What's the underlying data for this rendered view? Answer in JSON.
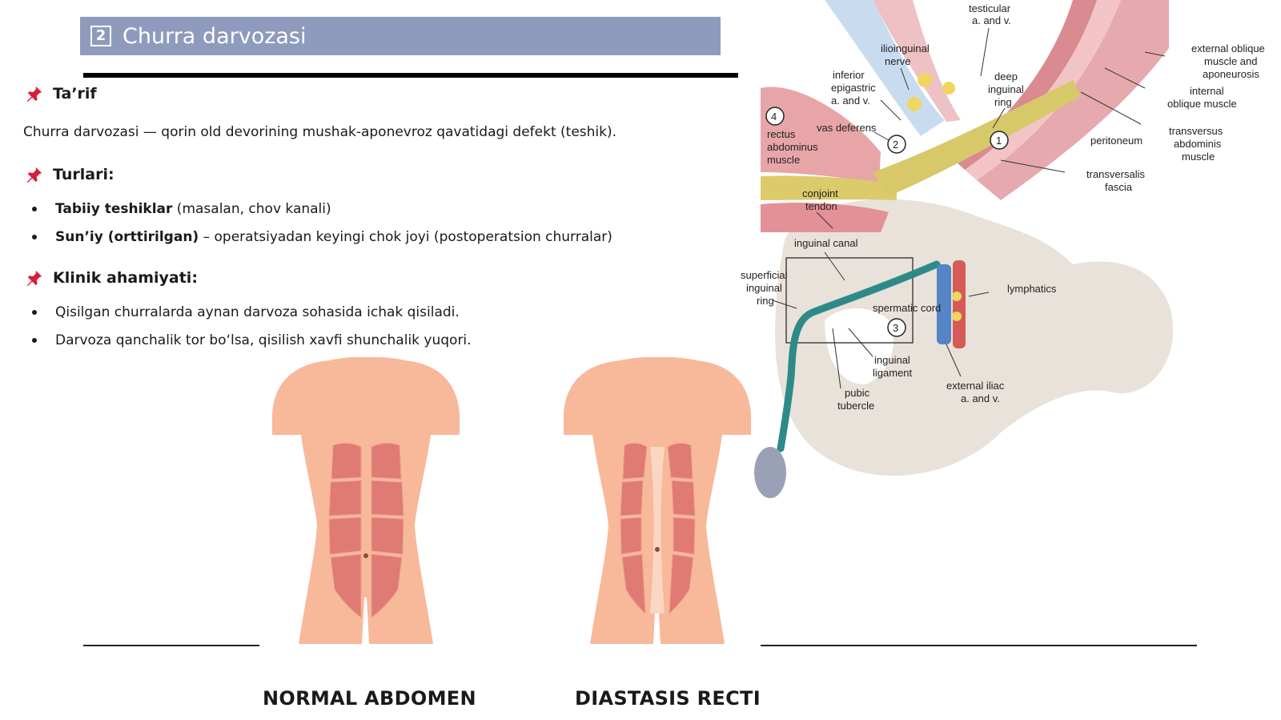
{
  "title": {
    "number": "2",
    "text": "Churra darvozasi"
  },
  "sections": {
    "definition": {
      "heading": "Ta’rif",
      "text": "Churra darvozasi — qorin old devorining mushak-aponevroz qavatidagi defekt (teshik)."
    },
    "types": {
      "heading": "Turlari:",
      "items": [
        {
          "bold": "Tabiiy teshiklar",
          "rest": " (masalan, chov kanali)"
        },
        {
          "bold": "Sun’iy (orttirilgan)",
          "rest": " – operatsiyadan keyingi chok joyi (postoperatsion churralar)"
        }
      ]
    },
    "clinical": {
      "heading": "Klinik ahamiyati:",
      "items": [
        "Qisilgan churralarda aynan darvoza sohasida ichak qisiladi.",
        "Darvoza qanchalik tor bo‘lsa, qisilish xavfi shunchalik yuqori."
      ]
    }
  },
  "figures": {
    "normal_caption": "NORMAL ABDOMEN",
    "diastasis_caption": "DIASTASIS RECTI"
  },
  "anatomy_labels": {
    "testicular": [
      "testicular",
      "a. and v."
    ],
    "ilioinguinal": [
      "ilioinguinal",
      "nerve"
    ],
    "inferior_epigastric": [
      "inferior",
      "epigastric",
      "a. and v."
    ],
    "deep_ring": [
      "deep",
      "inguinal",
      "ring"
    ],
    "external_oblique": [
      "external oblique",
      "muscle and",
      "aponeurosis"
    ],
    "internal_oblique": [
      "internal",
      "oblique muscle"
    ],
    "rectus": [
      "rectus",
      "abdominus",
      "muscle"
    ],
    "vas_deferens": "vas deferens",
    "peritoneum": "peritoneum",
    "transversus": [
      "transversus",
      "abdominis",
      "muscle"
    ],
    "transversalis": [
      "transversalis",
      "fascia"
    ],
    "conjoint": [
      "conjoint",
      "tendon"
    ],
    "inguinal_canal": "inguinal canal",
    "superficial_ring": [
      "superficial",
      "inguinal",
      "ring"
    ],
    "lymphatics": "lymphatics",
    "spermatic_cord": "spermatic cord",
    "inguinal_ligament": [
      "inguinal",
      "ligament"
    ],
    "pubic_tubercle": [
      "pubic",
      "tubercle"
    ],
    "external_iliac": [
      "external iliac",
      "a. and v."
    ],
    "markers": [
      "1",
      "2",
      "3",
      "4"
    ]
  },
  "colors": {
    "title_bar": "#8f9bbd",
    "pin": "#d91e3b",
    "skin": "#f7b99a",
    "muscle": "#e07a75"
  }
}
